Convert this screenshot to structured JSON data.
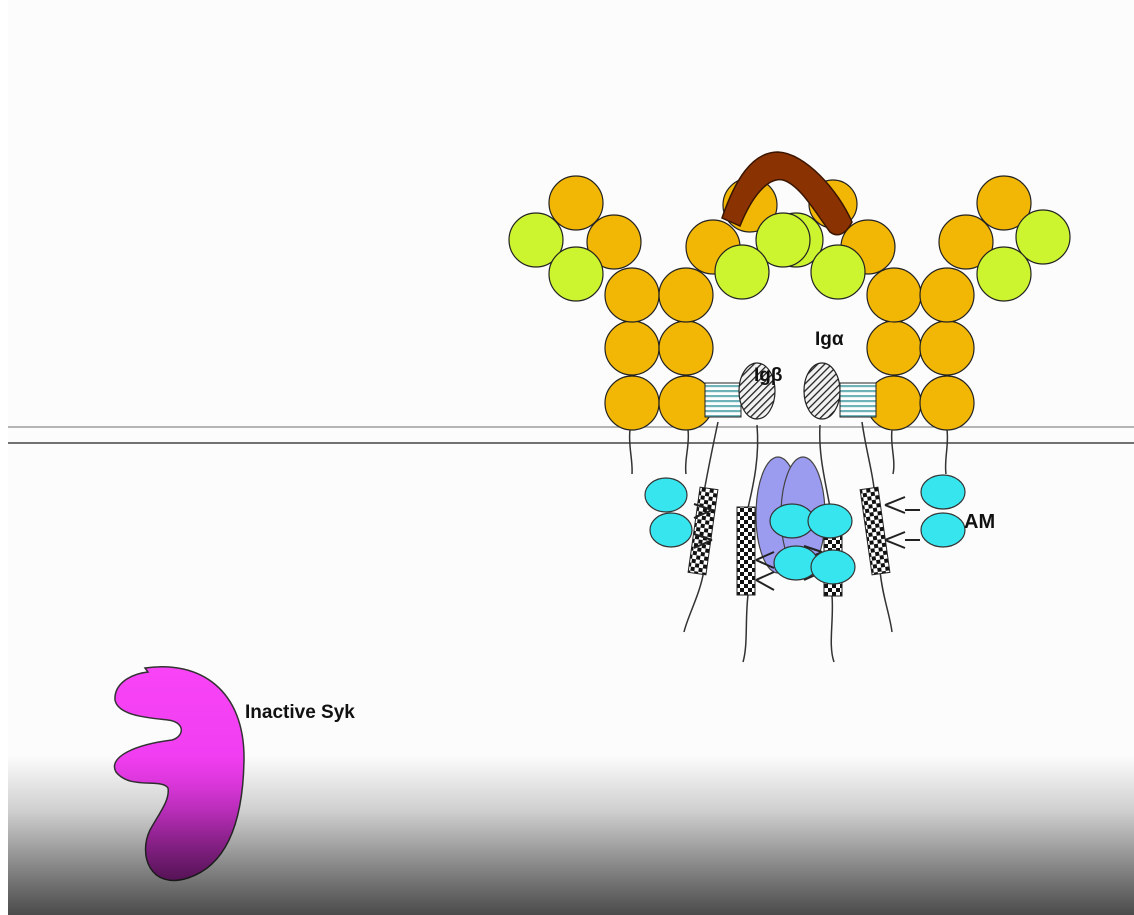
{
  "labels": {
    "ig_alpha": "Igα",
    "ig_beta": "Igβ",
    "itam": "AM",
    "inactive_syk": "Inactive Syk"
  },
  "colors": {
    "background": "#fdfcfc",
    "heavy_chain": "#f2b705",
    "light_chain": "#ccf530",
    "antigen": "#8a3202",
    "itam_domain": "#36e5ee",
    "kinase": "#9b9bf0",
    "syk": "#f03cf0",
    "membrane": "#555555"
  }
}
